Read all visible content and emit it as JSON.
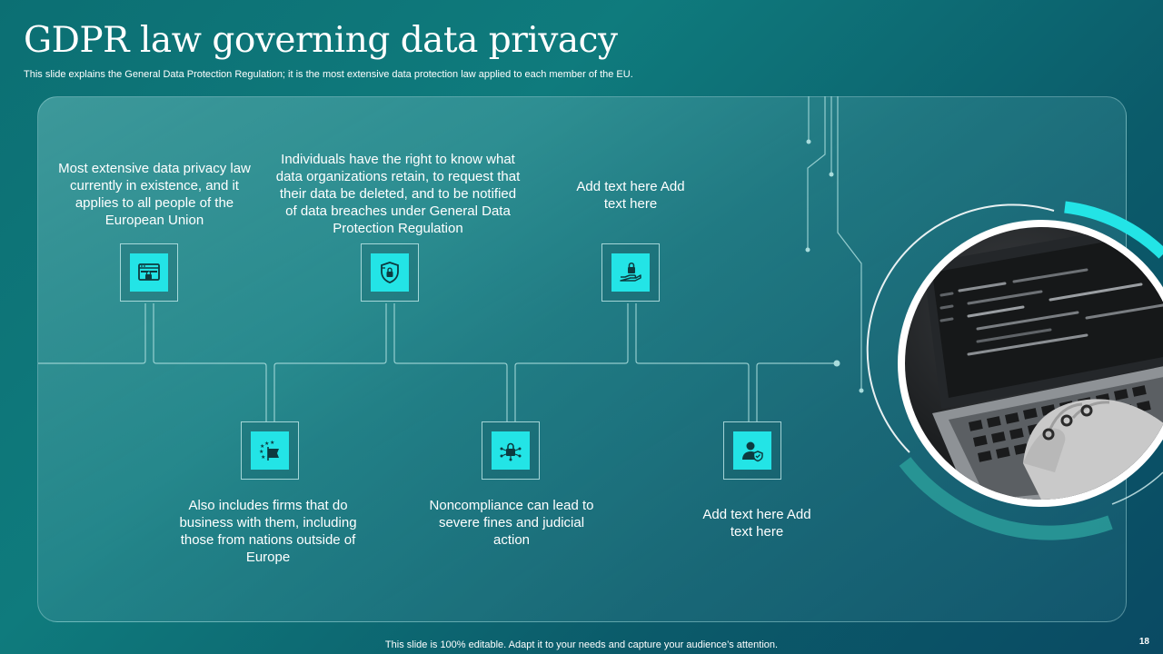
{
  "slide": {
    "title": "GDPR law governing data privacy",
    "subtitle": "This slide explains the General Data Protection Regulation; it is the most extensive data protection law applied to each member of the EU.",
    "footer": "This slide is 100% editable. Adapt it to your needs and capture your audience’s attention.",
    "page_number": "18"
  },
  "top_items": [
    {
      "text": "Most extensive data privacy law currently in existence, and it applies to all people of the European Union",
      "icon": "browser-lock-icon"
    },
    {
      "text": "Individuals have the right to know what data organizations retain, to request that their data be deleted, and to be notified of data breaches under General Data Protection Regulation",
      "icon": "shield-lock-icon"
    },
    {
      "text": "Add text here Add text here",
      "icon": "hand-lock-icon"
    }
  ],
  "bottom_items": [
    {
      "text": "Also includes firms that do business with them, including those from nations outside of Europe",
      "icon": "eu-flag-icon"
    },
    {
      "text": "Noncompliance can lead to severe fines and judicial action",
      "icon": "network-lock-icon"
    },
    {
      "text": "Add text here Add text here",
      "icon": "user-shield-icon"
    }
  ],
  "colors": {
    "accent": "#23e4e6",
    "background": "#0c6f73",
    "line": "#a9dcdc"
  }
}
